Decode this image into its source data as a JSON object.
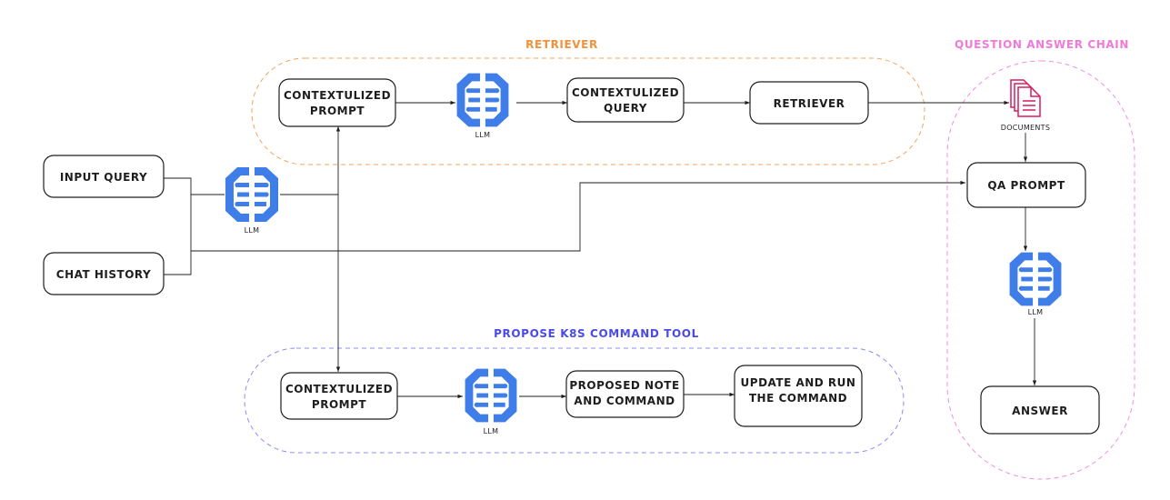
{
  "colors": {
    "retriever_group": "#f5a35a",
    "propose_group": "#8c8cf0",
    "qa_group": "#f08ee0",
    "retriever_title": "#f0923a",
    "propose_title": "#4a4ae8",
    "qa_title": "#f07ad8",
    "llm_icon": "#3f7ee8",
    "documents_icon": "#d81b60"
  },
  "groups": {
    "retriever": {
      "title": "RETRIEVER"
    },
    "propose": {
      "title": "PROPOSE K8S COMMAND TOOL"
    },
    "qa": {
      "title": "QUESTION ANSWER CHAIN"
    }
  },
  "nodes": {
    "input_query": {
      "lines": [
        "INPUT QUERY"
      ]
    },
    "chat_history": {
      "lines": [
        "CHAT HISTORY"
      ]
    },
    "ctx_prompt_top": {
      "lines": [
        "CONTEXTULIZED",
        "PROMPT"
      ]
    },
    "ctx_query": {
      "lines": [
        "CONTEXTULIZED",
        "QUERY"
      ]
    },
    "retriever_box": {
      "lines": [
        "RETRIEVER"
      ]
    },
    "ctx_prompt_bottom": {
      "lines": [
        "CONTEXTULIZED",
        "PROMPT"
      ]
    },
    "proposed_note": {
      "lines": [
        "PROPOSED NOTE",
        "AND COMMAND"
      ]
    },
    "update_run": {
      "lines": [
        "UPDATE AND RUN",
        "THE COMMAND"
      ]
    },
    "qa_prompt": {
      "lines": [
        "QA PROMPT"
      ]
    },
    "answer": {
      "lines": [
        "ANSWER"
      ]
    }
  },
  "icons": {
    "llm_label": "LLM",
    "llm_icon_name": "brain-circuit-icon",
    "documents_label": "DOCUMENTS",
    "documents_icon_name": "documents-icon"
  }
}
